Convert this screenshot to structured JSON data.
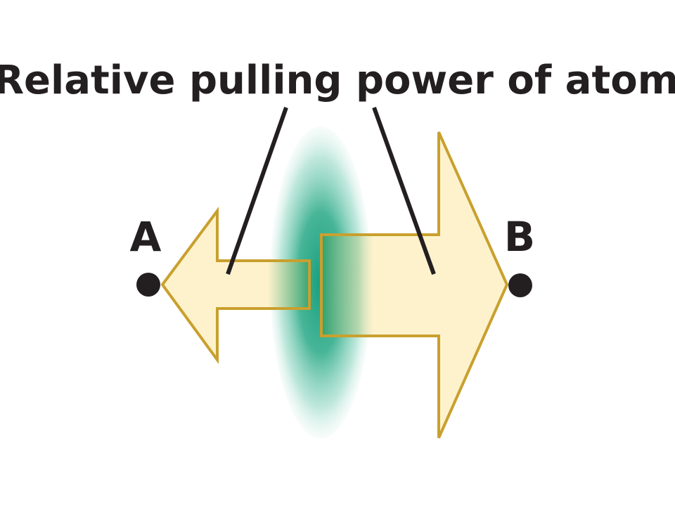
{
  "title": "Relative pulling power of atom",
  "atoms": {
    "a": {
      "label": "A"
    },
    "b": {
      "label": "B"
    }
  },
  "colors": {
    "arrow_fill": "#fdf1c8",
    "arrow_stroke": "#c9a02e",
    "electron_cloud": "#1aa37e",
    "ink": "#231f20"
  }
}
